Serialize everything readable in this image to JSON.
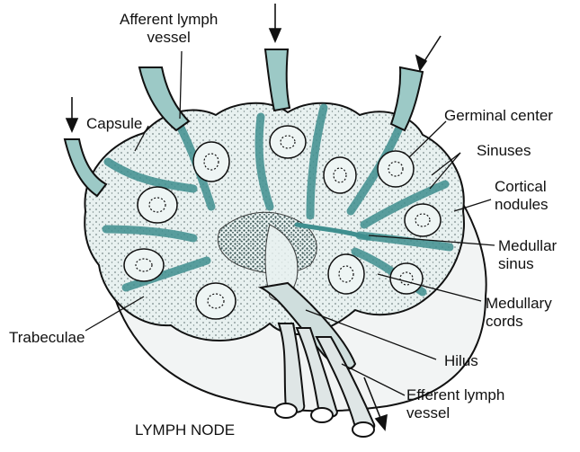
{
  "title": "LYMPH NODE",
  "labels": {
    "afferent_line1": "Afferent lymph",
    "afferent_line2": "vessel",
    "capsule": "Capsule",
    "germinal_center": "Germinal center",
    "sinuses": "Sinuses",
    "cortical_line1": "Cortical",
    "cortical_line2": "nodules",
    "medullar_sinus_line1": "Medullar",
    "medullar_sinus_line2": "sinus",
    "medullary_cords_line1": "Medullary",
    "medullary_cords_line2": "cords",
    "trabeculae": "Trabeculae",
    "hilus": "Hilus",
    "efferent_line1": "Efferent lymph",
    "efferent_line2": "vessel"
  },
  "colors": {
    "tissue_fill": "#e8f1f0",
    "sinus_teal": "#3f8f8f",
    "sinus_light": "#9cc9c6",
    "outline": "#111111",
    "dots": "#1c3434",
    "capsule_shadow": "#dfe3e3"
  }
}
